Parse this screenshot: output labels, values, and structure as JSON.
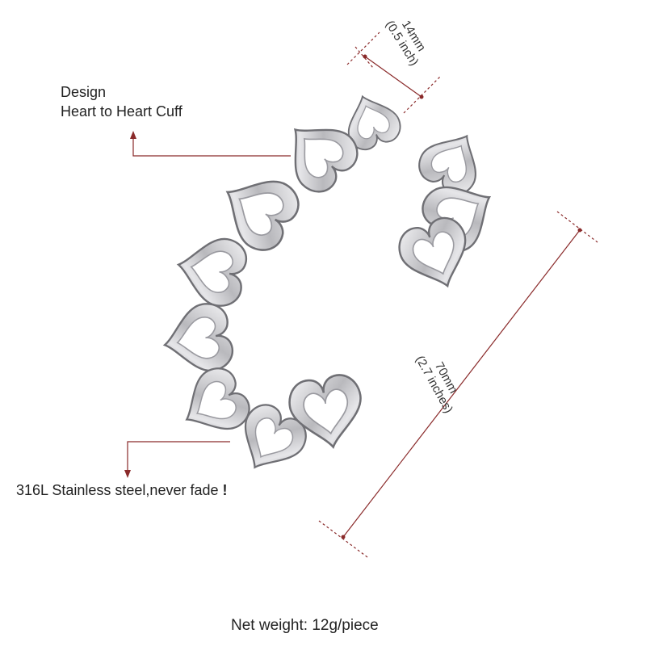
{
  "product": {
    "description": "heart to heart cuff bracelet",
    "color": "#c9c9cc"
  },
  "design": {
    "heading": "Design",
    "value": "Heart to Heart Cuff"
  },
  "material": {
    "text": "316L Stainless steel,never fade",
    "mark": "!"
  },
  "dimensions": {
    "width": {
      "value": "14mm",
      "alt": "(0.5 inch)"
    },
    "diameter": {
      "value": "70mm",
      "alt": "(2.7 inches)"
    }
  },
  "weight": {
    "text": "Net weight: 12g/piece"
  },
  "colors": {
    "annotation": "#8a2a2a",
    "text": "#222222",
    "background": "#ffffff"
  }
}
